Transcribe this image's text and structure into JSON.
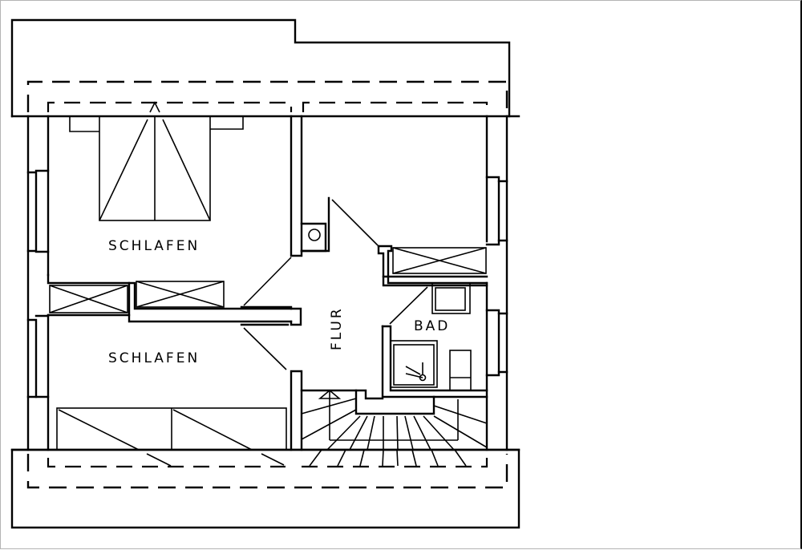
{
  "drawing": {
    "type": "floor-plan",
    "style": "black line art on white",
    "colors": {
      "line": "#000000",
      "background": "#ffffff",
      "frame": "#b4b4b4"
    }
  },
  "rooms": [
    {
      "id": "schlafen-top",
      "label": "SCHLAFEN"
    },
    {
      "id": "schlafen-bottom",
      "label": "SCHLAFEN"
    },
    {
      "id": "flur",
      "label": "FLUR"
    },
    {
      "id": "bad",
      "label": "BAD"
    }
  ]
}
